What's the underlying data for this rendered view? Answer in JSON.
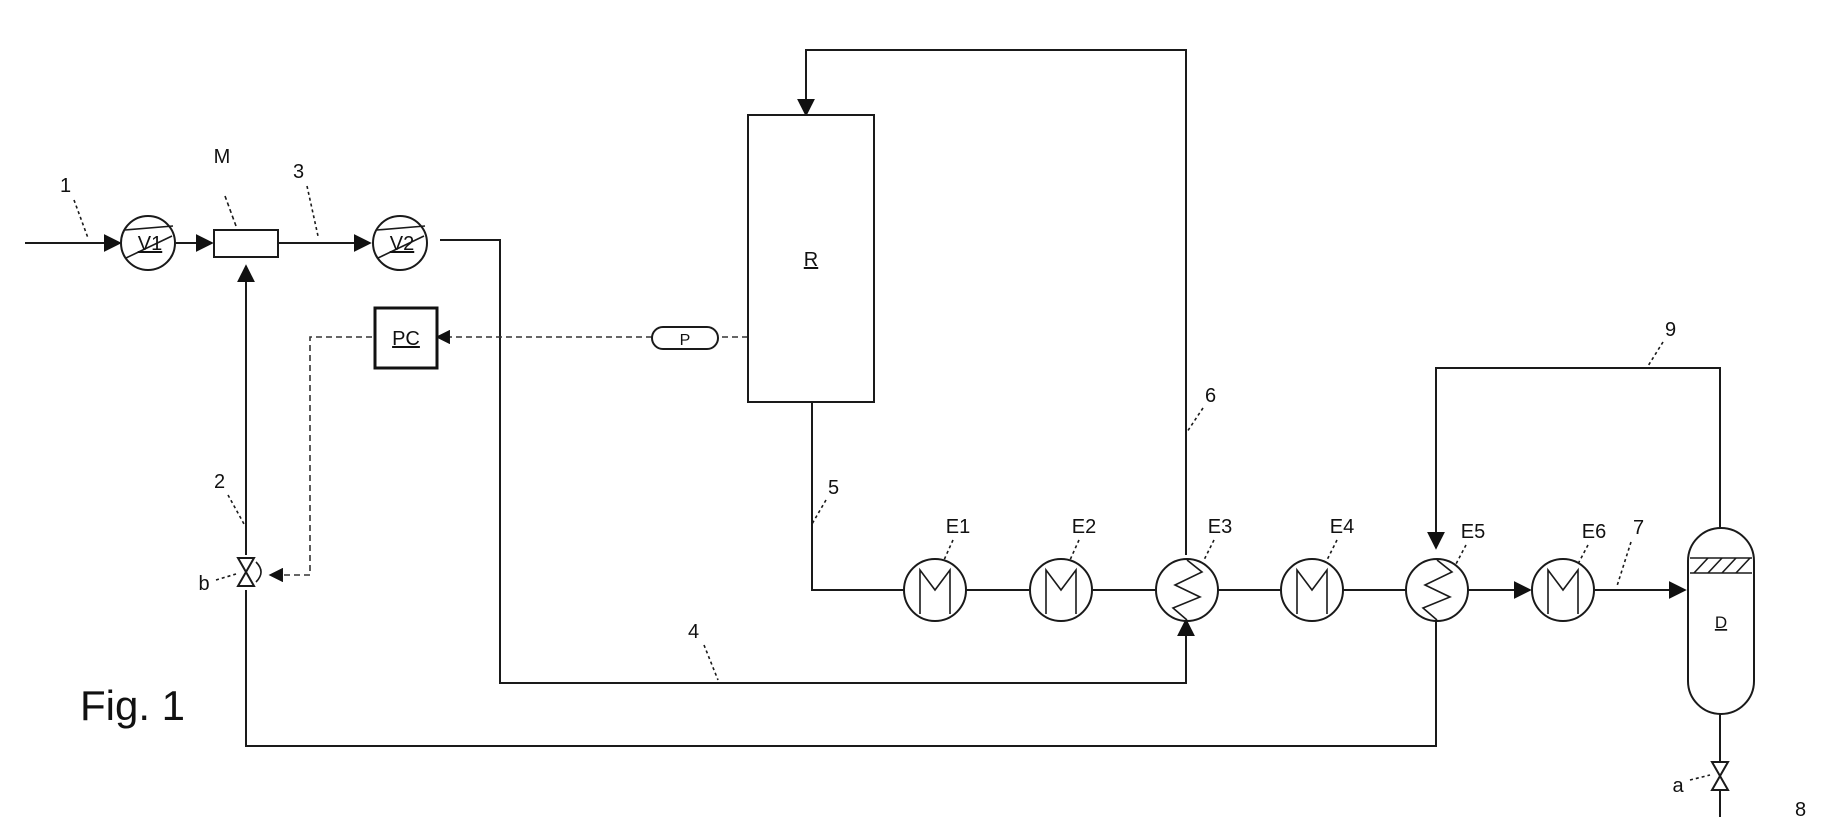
{
  "figure": {
    "caption": "Fig. 1"
  },
  "equipment": {
    "reactor": "R",
    "pressure_controller": "PC",
    "pressure_sensor": "P",
    "mixer": "M",
    "compressor_1": "V1",
    "compressor_2": "V2",
    "separator": "D",
    "exchangers": [
      "E1",
      "E2",
      "E3",
      "E4",
      "E5",
      "E6"
    ]
  },
  "valves": {
    "a": "a",
    "b": "b"
  },
  "streams": [
    "1",
    "2",
    "3",
    "4",
    "5",
    "6",
    "7",
    "8",
    "9"
  ]
}
